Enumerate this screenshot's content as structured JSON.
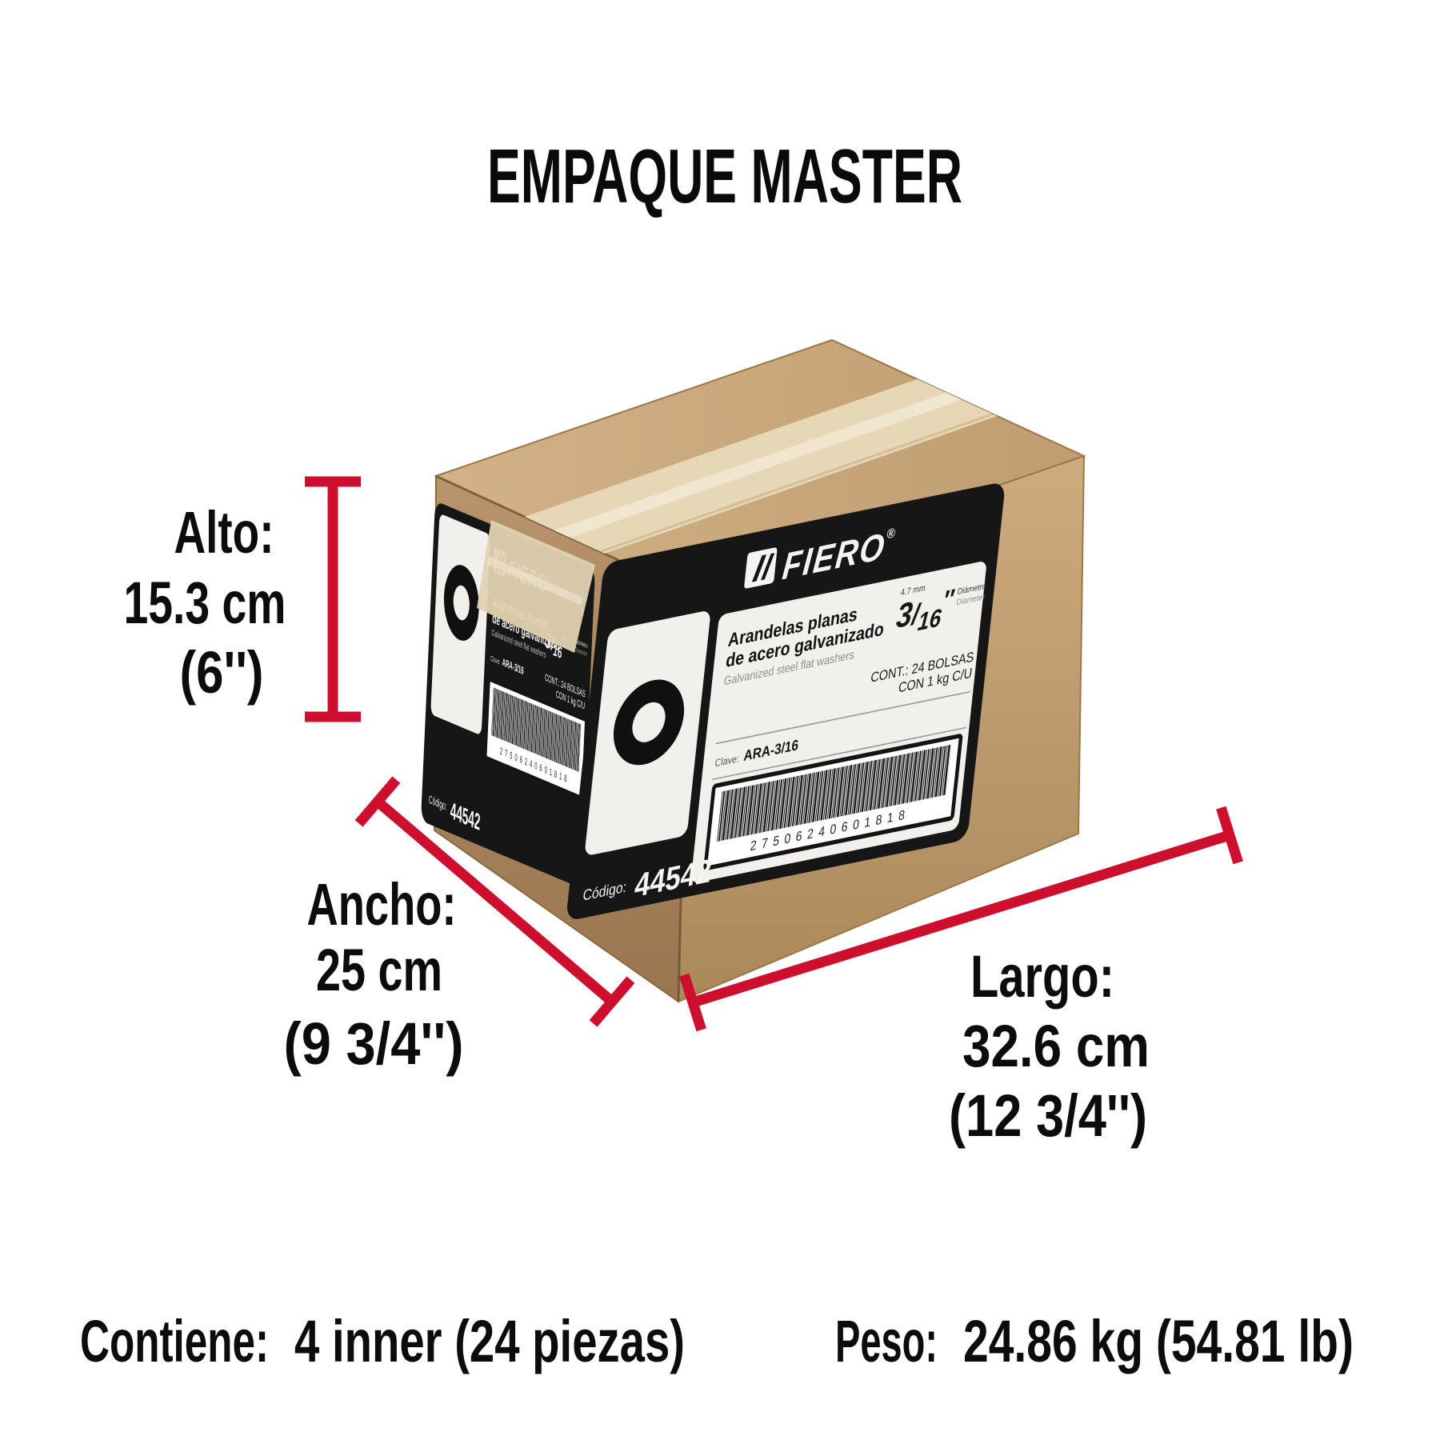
{
  "colors": {
    "accent": "#ce0e2d",
    "cardboard_top": "#cbaa7e",
    "cardboard_front": "#c3a074",
    "cardboard_side": "#ab8759",
    "tape": "#e7d8b9",
    "label_bg": "#161616",
    "label_panel": "#f2f0ec"
  },
  "title": "EMPAQUE MASTER",
  "dimensions": {
    "alto": {
      "label": "Alto:",
      "metric": "15.3 cm",
      "imperial": "(6'')"
    },
    "ancho": {
      "label": "Ancho:",
      "metric": "25 cm",
      "imperial": "(9 3/4'')"
    },
    "largo": {
      "label": "Largo:",
      "metric": "32.6 cm",
      "imperial": "(12 3/4'')"
    }
  },
  "footer": {
    "contiene_label": "Contiene:",
    "contiene_value": "4 inner (24 piezas)",
    "peso_label": "Peso:",
    "peso_value": "24.86 kg (54.81 lb)"
  },
  "box_label": {
    "brand": "FIERO",
    "brand_reg": "®",
    "product_line1": "Arandelas planas",
    "product_line2": "de acero galvanizado",
    "product_en": "Galvanized steel flat washers",
    "size_mm": "4.7 mm",
    "size_numerator": "3",
    "size_slash": "/",
    "size_denominator": "16",
    "size_unit": "″",
    "size_name_es": "Diámetro",
    "size_name_en": "Diameter",
    "content_line1": "CONT.: 24 BOLSAS",
    "content_line2": "CON 1 kg C/U",
    "clave_label": "Clave:",
    "clave_value": "ARA-3/16",
    "barcode_number": "27506240601818",
    "codigo_label": "Código:",
    "codigo_value": "44542"
  }
}
